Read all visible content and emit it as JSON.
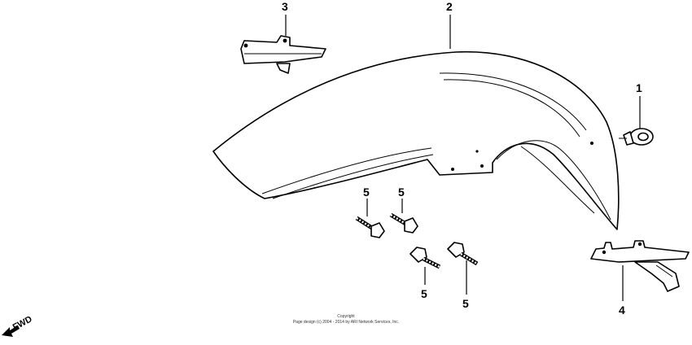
{
  "callouts": {
    "c1": "1",
    "c2": "2",
    "c3": "3",
    "c4": "4",
    "c5a": "5",
    "c5b": "5",
    "c5c": "5",
    "c5d": "5"
  },
  "direction_label": "FWD",
  "copyright": {
    "line1": "Copyright",
    "line2": "Page design (c) 2004 - 2014 by ARI Network Services, Inc."
  }
}
